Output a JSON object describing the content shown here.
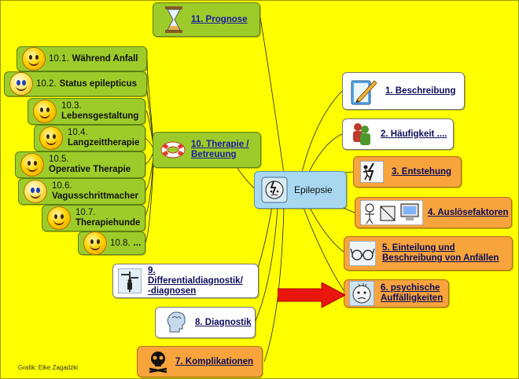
{
  "center": {
    "label": "Epilepsie"
  },
  "nodes": {
    "n1": {
      "label": "1. Beschreibung",
      "icon": "pencil-notepad-icon"
    },
    "n2": {
      "label": "2. Häufigkeit ....",
      "icon": "people-figures-icon"
    },
    "n3": {
      "label": "3. Entstehung",
      "icon": "lightning-figure-icon"
    },
    "n4": {
      "label": "4. Auslösefaktoren",
      "icon": "triggers-cartoon-icon"
    },
    "n5": {
      "label1": "5. Einteilung und",
      "label2": "Beschreibung von Anfällen",
      "icon": "glasses-icon"
    },
    "n6": {
      "label1": "6. psychische",
      "label2": "Auffälligkeiten",
      "icon": "worried-face-icon"
    },
    "n7": {
      "label": "7. Komplikationen",
      "icon": "skull-crossbones-icon"
    },
    "n8": {
      "label": "8. Diagnostik",
      "icon": "brain-head-icon"
    },
    "n9": {
      "label1": "9.",
      "label2": "Differentialdiagnostik/",
      "label3": "-diagnosen",
      "icon": "signpost-icon"
    },
    "n10": {
      "label1": "10. Therapie /",
      "label2": "Betreuung",
      "icon": "life-ring-icon"
    },
    "n11": {
      "label": "11. Prognose",
      "icon": "hourglass-icon"
    }
  },
  "therapy_items": [
    {
      "num": "10.1.",
      "text": "Während Anfall"
    },
    {
      "num": "10.2.",
      "text": "Status epilepticus"
    },
    {
      "num": "10.3.",
      "text": "Lebensgestaltung"
    },
    {
      "num": "10.4.",
      "text": "Langzeittherapie"
    },
    {
      "num": "10.5.",
      "text": "Operative Therapie"
    },
    {
      "num": "10.6.",
      "text": "Vagusschrittmacher"
    },
    {
      "num": "10.7.",
      "text": "Therapiehunde"
    },
    {
      "num": "10.8.",
      "text": "..."
    }
  ],
  "credit": "Grafik: Elke Zagadzki",
  "colors": {
    "background": "#ffff00",
    "center": "#a8d8f0",
    "orange": "#f7a43c",
    "green": "#9dcc2a",
    "arrow": "#e8160c"
  }
}
